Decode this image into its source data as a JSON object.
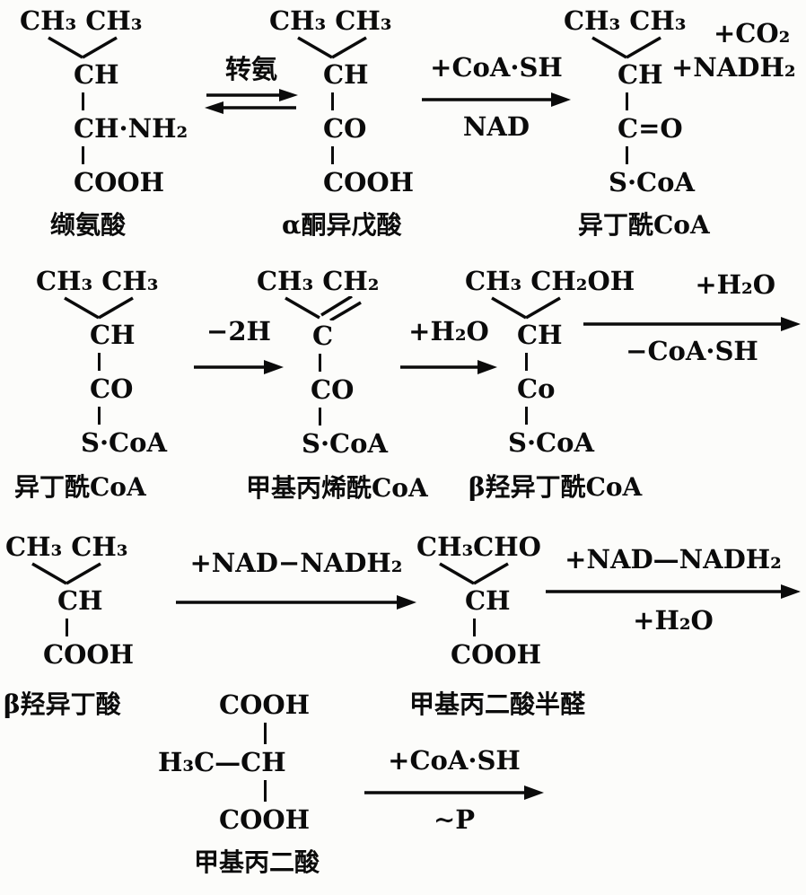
{
  "page": {
    "background": "#fcfcfa",
    "ink": "#0b0b0b"
  },
  "molecules": {
    "valine": {
      "top": "CH₃ CH₃",
      "chain": [
        "CH",
        "CH·NH₂",
        "COOH"
      ],
      "label": "缬氨酸"
    },
    "alpha_ketoisovalerate": {
      "top": "CH₃ CH₃",
      "chain": [
        "CH",
        "CO",
        "COOH"
      ],
      "label": "α酮异戊酸"
    },
    "isobutyryl_coa": {
      "top": "CH₃ CH₃",
      "chain": [
        "CH",
        "C=O",
        "S·CoA"
      ],
      "label": "异丁酰CoA"
    },
    "isobutyryl_coa_2": {
      "top": "CH₃ CH₃",
      "chain": [
        "CH",
        "CO",
        "S·CoA"
      ],
      "label": "异丁酰CoA"
    },
    "methylacrylyl_coa": {
      "top": "CH₃ CH₂",
      "chain": [
        "C",
        "CO",
        "S·CoA"
      ],
      "label": "甲基丙烯酰CoA"
    },
    "beta_hydroxyisobutyryl_coa": {
      "top": "CH₃ CH₂OH",
      "chain": [
        "CH",
        "Co",
        "S·CoA"
      ],
      "label": "β羟异丁酰CoA"
    },
    "beta_hydroxyisobutyrate": {
      "top": "CH₃ CH₃",
      "chain": [
        "CH",
        "COOH"
      ],
      "label": "β羟异丁酸"
    },
    "methylmalonate_semialdehyde": {
      "top": "CH₃CHO",
      "chain": [
        "CH",
        "COOH"
      ],
      "label": "甲基丙二酸半醛"
    },
    "methylmalonate": {
      "top": "COOH",
      "middle": "H₃C—CH",
      "bottom": "COOH",
      "label": "甲基丙二酸"
    }
  },
  "reactions": {
    "transamination": {
      "above": "转氨"
    },
    "oxidative_decarboxylation": {
      "above": "+CoA·SH",
      "below": "NAD"
    },
    "dehydrogenation": {
      "above": "−2H"
    },
    "hydration": {
      "above": "+H₂O"
    },
    "release_coa": {
      "above": "+H₂O",
      "below": "−CoA·SH"
    },
    "oxidation_nad_1": {
      "above": "+NAD−NADH₂"
    },
    "oxidation_nad_2": {
      "above": "+NAD—NADH₂",
      "below": "+H₂O"
    },
    "coa_transfer": {
      "above": "+CoA·SH",
      "below": "∼P"
    }
  },
  "byproducts": [
    "+CO₂",
    "+NADH₂"
  ]
}
